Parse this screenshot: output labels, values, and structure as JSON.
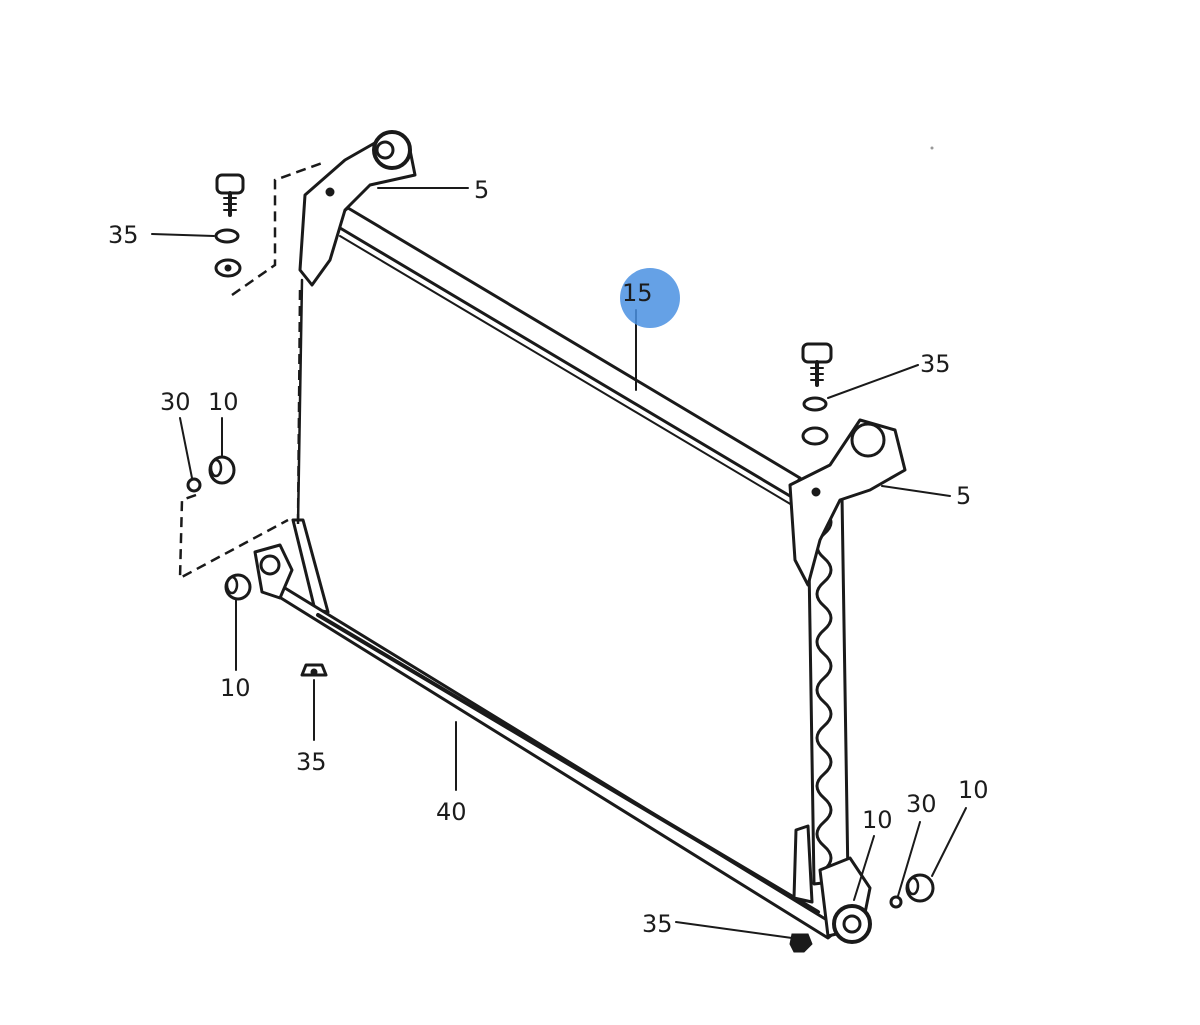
{
  "diagram": {
    "highlight_color": "#4a90e2",
    "callouts": [
      {
        "name": "callout-5-upper",
        "label": "5"
      },
      {
        "name": "callout-35-upper-left",
        "label": "35"
      },
      {
        "name": "callout-15",
        "label": "15"
      },
      {
        "name": "callout-35-upper-right",
        "label": "35"
      },
      {
        "name": "callout-5-right",
        "label": "5"
      },
      {
        "name": "callout-30-left",
        "label": "30"
      },
      {
        "name": "callout-10-left-upper",
        "label": "10"
      },
      {
        "name": "callout-10-left-lower",
        "label": "10"
      },
      {
        "name": "callout-35-lower-left",
        "label": "35"
      },
      {
        "name": "callout-40",
        "label": "40"
      },
      {
        "name": "callout-10-right-inner",
        "label": "10"
      },
      {
        "name": "callout-30-right",
        "label": "30"
      },
      {
        "name": "callout-10-right-outer",
        "label": "10"
      },
      {
        "name": "callout-35-bottom",
        "label": "35"
      }
    ]
  }
}
